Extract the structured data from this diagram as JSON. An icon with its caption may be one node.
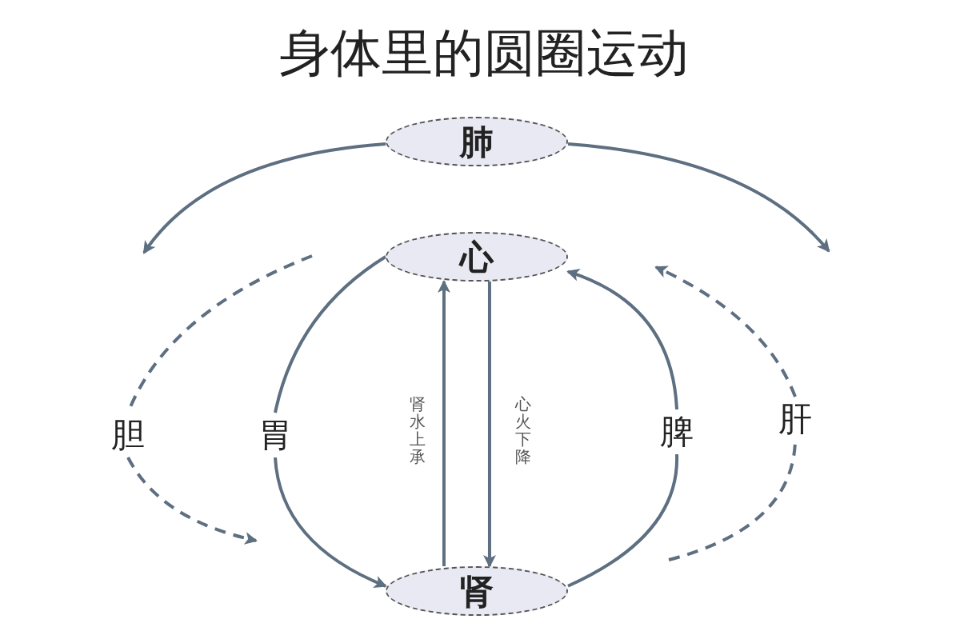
{
  "diagram": {
    "title": "身体里的圆圈运动",
    "nodes": [
      {
        "text": [
          "肺"
        ]
      },
      {
        "text": [
          "心"
        ]
      },
      {
        "text": [
          "胆"
        ]
      },
      {
        "text": [
          "胃"
        ]
      },
      {
        "text": [
          "脾"
        ]
      },
      {
        "text": [
          "肝"
        ]
      },
      {
        "text": [
          "肾"
        ]
      }
    ],
    "edges": [
      {
        "from": 0,
        "to": null,
        "arrow": "to"
      },
      {
        "from": 0,
        "to": null,
        "arrow": "to"
      },
      {
        "from": null,
        "to": 2,
        "arrow": "none",
        "style": "dashed"
      },
      {
        "from": 2,
        "to": null,
        "arrow": "to",
        "style": "dashed"
      },
      {
        "from": 1,
        "to": 3,
        "arrow": "none"
      },
      {
        "from": 3,
        "to": 6,
        "arrow": "to"
      },
      {
        "from": 6,
        "to": 4,
        "arrow": "none"
      },
      {
        "from": 4,
        "to": 1,
        "arrow": "to"
      },
      {
        "from": null,
        "to": 5,
        "arrow": "none",
        "style": "dashed"
      },
      {
        "from": 5,
        "to": null,
        "arrow": "to",
        "style": "dashed"
      },
      {
        "from": 6,
        "to": 1,
        "arrow": "to",
        "label": "肾水上承"
      },
      {
        "from": 1,
        "to": 6,
        "arrow": "to",
        "label": "心火下降"
      }
    ]
  }
}
